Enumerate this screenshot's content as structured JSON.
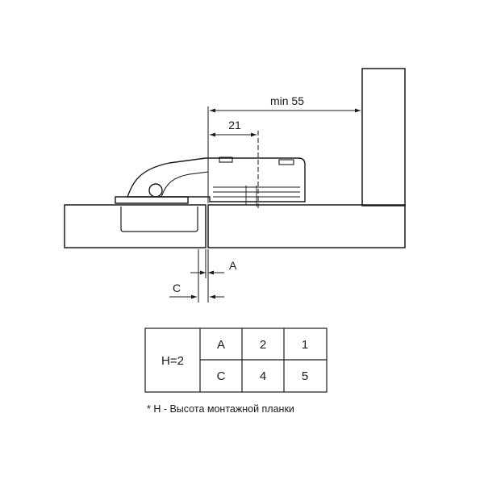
{
  "dimensions": {
    "min_55": "min 55",
    "d21": "21",
    "a": "A",
    "c": "C"
  },
  "table": {
    "row_header": "H=2",
    "rows": [
      [
        "A",
        "2",
        "1"
      ],
      [
        "C",
        "4",
        "5"
      ]
    ]
  },
  "footnote": "* H - Высота монтажной планки"
}
